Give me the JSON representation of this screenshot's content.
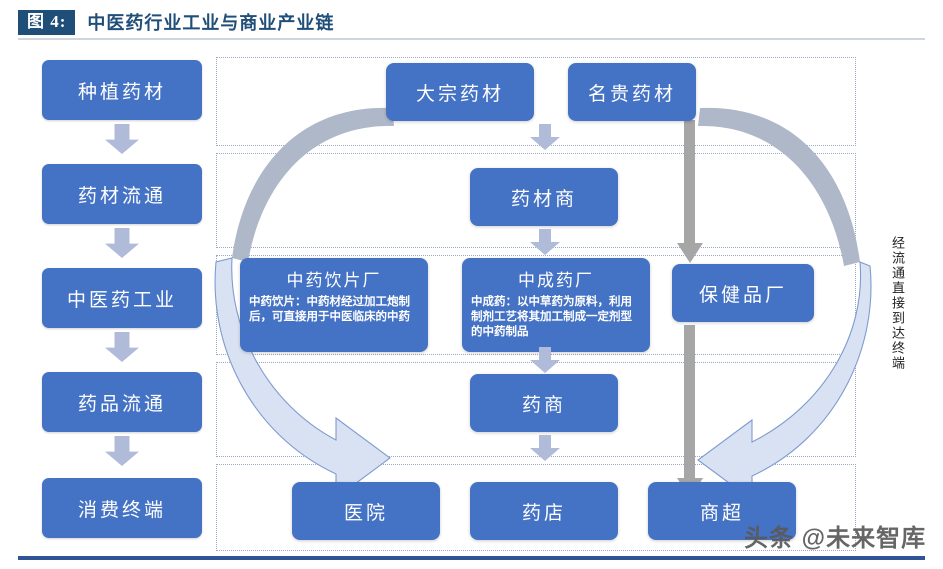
{
  "header": {
    "figure_tag": "图 4:",
    "title": "中医药行业工业与商业产业链"
  },
  "stage_column": {
    "items": [
      {
        "label": "种植药材"
      },
      {
        "label": "药材流通"
      },
      {
        "label": "中医药工业"
      },
      {
        "label": "药品流通"
      },
      {
        "label": "消费终端"
      }
    ]
  },
  "nodes": {
    "bulk_herbs": {
      "label": "大宗药材"
    },
    "rare_herbs": {
      "label": "名贵药材"
    },
    "herb_dealer": {
      "label": "药材商"
    },
    "decoction_factory": {
      "label": "中药饮片厂",
      "desc": "中药饮片：中药材经过加工炮制后，可直接用于中医临床的中药"
    },
    "patent_medicine_factory": {
      "label": "中成药厂",
      "desc": "中成药：以中草药为原料，利用制剂工艺将其加工制成一定剂型的中药制品"
    },
    "health_product_factory": {
      "label": "保健品厂"
    },
    "drug_dealer": {
      "label": "药商"
    },
    "hospital": {
      "label": "医院"
    },
    "pharmacy": {
      "label": "药店"
    },
    "supermarket": {
      "label": "商超"
    }
  },
  "side_label": {
    "text": "经流通直接到达终端"
  },
  "watermark": {
    "text": "头条 @未来智库"
  },
  "colors": {
    "node_blue": "#4472C4",
    "header_blue": "#1F4E79",
    "arrow_periwinkle": "#AFBBD8",
    "grey_arrow": "#A6A6A6",
    "curve_light": "#D6E0F0",
    "curve_grey": "#AFB8C8",
    "dotted_border": "#9AA9C4"
  }
}
